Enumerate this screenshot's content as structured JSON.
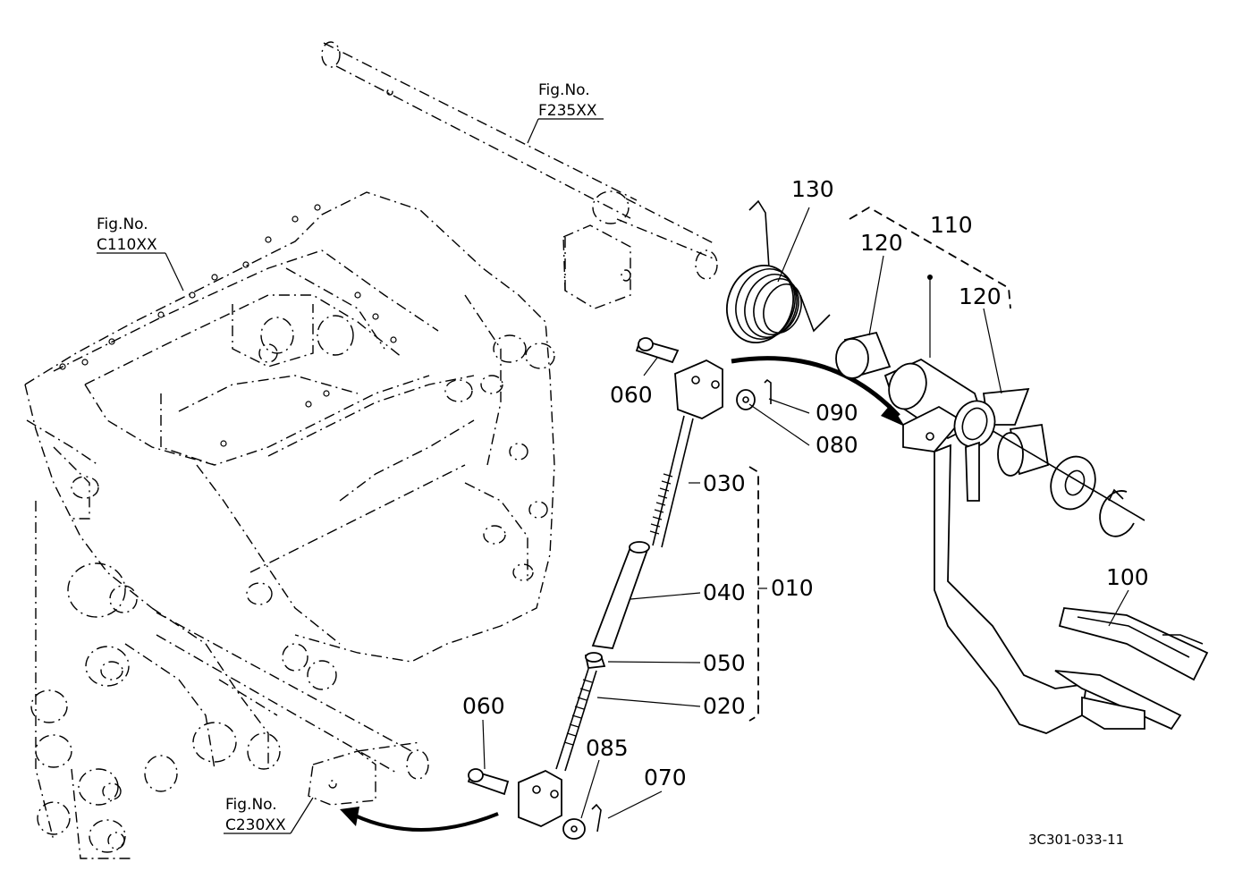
{
  "callouts": {
    "p010": "010",
    "p020": "020",
    "p030": "030",
    "p040": "040",
    "p050": "050",
    "p060a": "060",
    "p060b": "060",
    "p070": "070",
    "p080": "080",
    "p085": "085",
    "p090": "090",
    "p100": "100",
    "p110": "110",
    "p120a": "120",
    "p120b": "120",
    "p130": "130"
  },
  "figure_refs": {
    "f235": {
      "label": "Fig.No.",
      "code": "F235XX"
    },
    "c110": {
      "label": "Fig.No.",
      "code": "C110XX"
    },
    "c230": {
      "label": "Fig.No.",
      "code": "C230XX"
    }
  },
  "diagram_code": "3C301-033-11"
}
